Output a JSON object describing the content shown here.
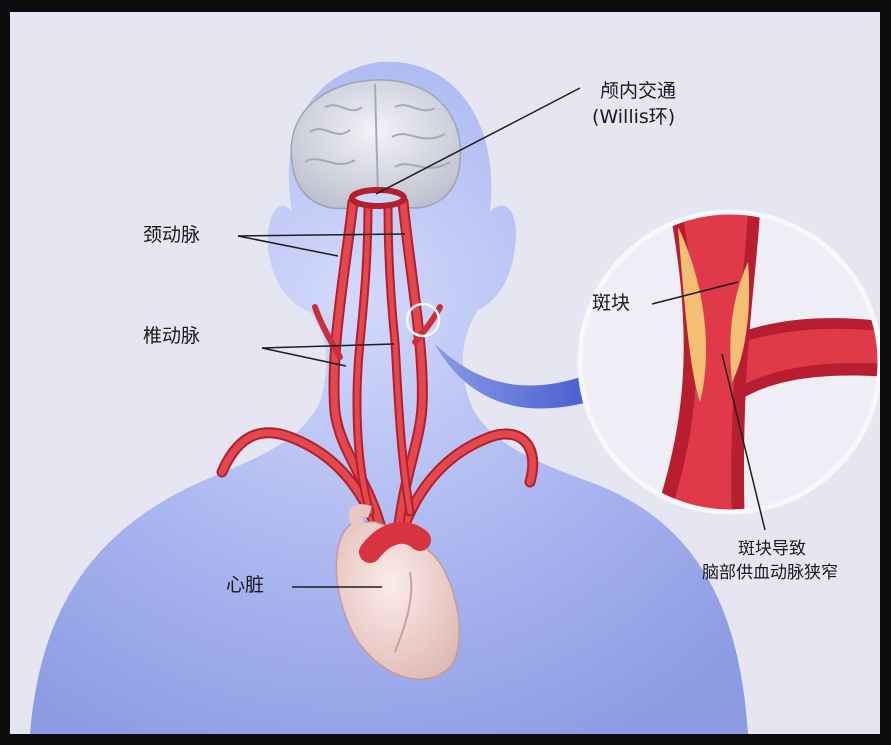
{
  "labels": {
    "willis_line1": "颅内交通",
    "willis_line2": "(Willis环)",
    "carotid": "颈动脉",
    "vertebral": "椎动脉",
    "heart": "心脏",
    "plaque": "斑块",
    "stenosis_line1": "斑块导致",
    "stenosis_line2": "脑部供血动脉狭窄"
  },
  "colors": {
    "background": "#e6e6f3",
    "body": "#a6b2ee",
    "artery": "#e2474a",
    "artery_dark": "#b51d2b",
    "plaque": "#f2c27a",
    "arrow": "#3e56c9",
    "heart": "#f4d6d1",
    "brain": "#d9dbe6"
  }
}
